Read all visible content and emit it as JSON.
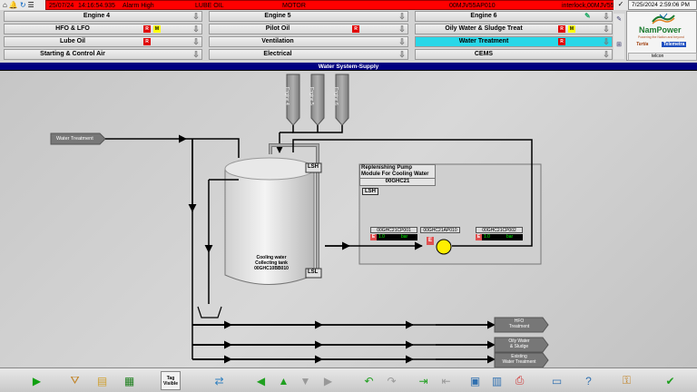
{
  "alarm": {
    "date": "25/07/24",
    "time": "14:16:54.935",
    "type": "Alarm High",
    "area": "LUBE OIL",
    "object": "MOTOR",
    "tag": "00MJV55AP010",
    "text": "interlock,00MJV55",
    "datetime": "7/25/2024 2:59:06 PM"
  },
  "nav": {
    "col1": [
      {
        "label": "Engine 4",
        "ind": []
      },
      {
        "label": "HFO & LFO",
        "ind": [
          "R",
          "M"
        ]
      },
      {
        "label": "Lube Oil",
        "ind": [
          "R"
        ]
      },
      {
        "label": "Starting & Control Air",
        "ind": []
      }
    ],
    "col2": [
      {
        "label": "Engine 5",
        "ind": []
      },
      {
        "label": "Pilot Oil",
        "ind": [
          "R"
        ]
      },
      {
        "label": "Ventilation",
        "ind": []
      },
      {
        "label": "Electrical",
        "ind": []
      }
    ],
    "col3": [
      {
        "label": "Engine 6",
        "ind": []
      },
      {
        "label": "Oily Water & Sludge Treat",
        "ind": [
          "R",
          "M"
        ]
      },
      {
        "label": "Water Treatment",
        "ind": [
          "R"
        ],
        "active": true
      },
      {
        "label": "CEMS",
        "ind": []
      }
    ]
  },
  "logo": {
    "brand": "NamPower",
    "tagline": "Powering the Nation and beyond",
    "partner1": "Tertia",
    "partner2": "Telemetra",
    "telcon": "telcon"
  },
  "page": {
    "title": "Water System-Supply"
  },
  "diagram": {
    "engines": [
      "Engine 4",
      "Engine 5",
      "Engine 6"
    ],
    "water_treatment": "Water Treatment",
    "tank_line1": "Cooling water",
    "tank_line2": "Collecting tank",
    "tank_tag": "00GHC10BB010",
    "lsh": "LSH",
    "lsl": "LSL",
    "module_line1": "Replenishing Pump",
    "module_line2": "Module For Cooling Water",
    "module_tag": "00GHC21",
    "module_lsh": "LSH",
    "cp001_tag": "00GHC21CP001",
    "cp001_value": "1.0",
    "cp001_unit": "bar",
    "pump_tag": "00GHC21AP010",
    "cp002_tag": "00GHC21CP002",
    "cp002_value": "1.0",
    "cp002_unit": "bar",
    "e_label": "E",
    "outputs": [
      {
        "line1": "HFO",
        "line2": "Treatment"
      },
      {
        "line1": "Oily Water",
        "line2": "& Sludge"
      },
      {
        "line1": "Existing",
        "line2": "Water Treatment"
      }
    ]
  },
  "toolbar": {
    "tag_visible": "Tag Visible"
  },
  "colors": {
    "alarm": "#ff0000",
    "title_bar": "#000080",
    "active_nav": "#29d7e8",
    "pump": "#ffee00",
    "value_bg": "#000000",
    "value_fg": "#00ff00"
  }
}
